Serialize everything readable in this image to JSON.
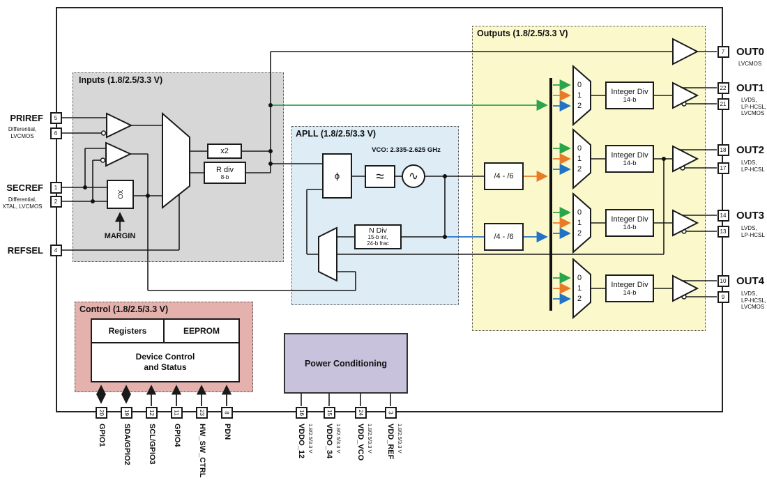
{
  "regions": {
    "inputs": {
      "title": "Inputs (1.8/2.5/3.3 V)"
    },
    "apll": {
      "title": "APLL (1.8/2.5/3.3 V)"
    },
    "outputs": {
      "title": "Outputs (1.8/2.5/3.3 V)"
    },
    "control": {
      "title": "Control (1.8/2.5/3.3 V)"
    },
    "power": {
      "title": "Power Conditioning"
    }
  },
  "inputs_blocks": {
    "x2": "x2",
    "rdiv_line1": "R div",
    "rdiv_line2": "8-b",
    "xo": "XO",
    "margin": "MARGIN"
  },
  "apll_blocks": {
    "vco_label": "VCO: 2.335-2.625 GHz",
    "phase_detector_icon": "ϕ",
    "lowpass_icon": "≈",
    "vco_icon": "∿",
    "ndiv_line1": "N Div",
    "ndiv_line2": "15-b int,",
    "ndiv_line3": "24-b frac",
    "div46_top": "/4 - /6",
    "div46_bottom": "/4 - /6"
  },
  "output_blocks": {
    "mux_in0": "0",
    "mux_in1": "1",
    "mux_in2": "2",
    "intdiv_line1": "Integer Div",
    "intdiv_line2": "14-b"
  },
  "control_blocks": {
    "registers": "Registers",
    "eeprom": "EEPROM",
    "devctl_line1": "Device Control",
    "devctl_line2": "and Status"
  },
  "left_pins": {
    "priref": {
      "label": "PRIREF",
      "sub": "Differential,\nLVCMOS",
      "pin_a": "5",
      "pin_b": "6"
    },
    "secref": {
      "label": "SECREF",
      "sub": "Differential,\nXTAL, LVCMOS",
      "pin_a": "1",
      "pin_b": "2"
    },
    "refsel": {
      "label": "REFSEL",
      "pin_a": "4"
    }
  },
  "right_outputs": {
    "out0": {
      "label": "OUT0",
      "types": "LVCMOS",
      "pin_a": "7"
    },
    "out1": {
      "label": "OUT1",
      "types": "LVDS,\nLP-HCSL,\nLVCMOS",
      "pin_a": "22",
      "pin_b": "21"
    },
    "out2": {
      "label": "OUT2",
      "types": "LVDS,\nLP-HCSL",
      "pin_a": "18",
      "pin_b": "17"
    },
    "out3": {
      "label": "OUT3",
      "types": "LVDS,\nLP-HCSL",
      "pin_a": "14",
      "pin_b": "13"
    },
    "out4": {
      "label": "OUT4",
      "types": "LVDS,\nLP-HCSL,\nLVCMOS",
      "pin_a": "10",
      "pin_b": "9"
    }
  },
  "bottom_control_pins": [
    {
      "num": "20",
      "label": "GPIO1"
    },
    {
      "num": "19",
      "label": "SDA/GPIO2"
    },
    {
      "num": "12",
      "label": "SCL/GPIO3"
    },
    {
      "num": "11",
      "label": "GPIO4"
    },
    {
      "num": "23",
      "label": "HW_SW_CTRL"
    },
    {
      "num": "8",
      "label": "PDN"
    }
  ],
  "bottom_power_pins": [
    {
      "num": "16",
      "label": "VDDO_12",
      "sub": "1.8/2.5/3.3 V"
    },
    {
      "num": "15",
      "label": "VDDO_34",
      "sub": "1.8/2.5/3.3 V"
    },
    {
      "num": "24",
      "label": "VDD_VCO",
      "sub": "1.8/2.5/3.3 V"
    },
    {
      "num": "3",
      "label": "VDD_REF",
      "sub": "1.8/2.5/3.3 V"
    }
  ],
  "colors": {
    "inputs_bg": "#d7d7d7",
    "apll_bg": "#ddecf5",
    "outputs_bg": "#fbf9cc",
    "control_bg": "#e4b1ad",
    "power_bg": "#c9c2dd",
    "wire_green": "#2aa54a",
    "wire_orange": "#e87b26",
    "wire_blue": "#2273c4",
    "wire_black": "#1a1a1a"
  }
}
